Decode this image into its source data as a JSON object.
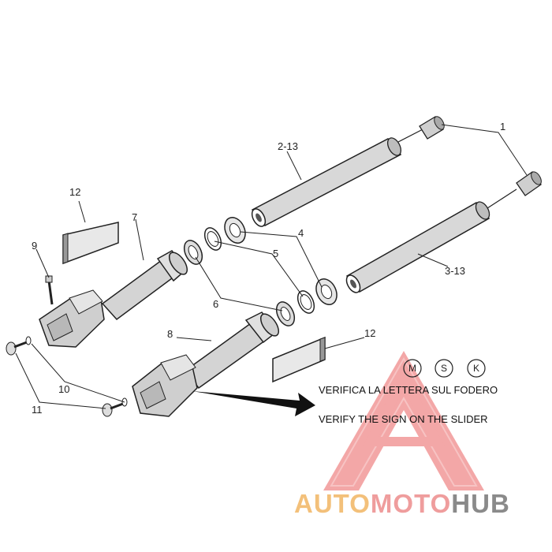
{
  "callouts": {
    "c1": "1",
    "c2": "2-13",
    "c3": "3-13",
    "c4": "4",
    "c5": "5",
    "c6": "6",
    "c7": "7",
    "c8": "8",
    "c9": "9",
    "c10": "10",
    "c11": "11",
    "c12a": "12",
    "c12b": "12"
  },
  "badges": [
    "M",
    "S",
    "K"
  ],
  "notes": {
    "italian": "VERIFICA LA LETTERA SUL FODERO",
    "english": "VERIFY THE SIGN ON THE SLIDER"
  },
  "watermark": {
    "part1": "AUTO",
    "part2": "MOTO",
    "part3": "HUB",
    "color_triangle": "#f08a8a",
    "color_auto": "#f3c07a",
    "color_hub": "#8a8a8a"
  }
}
